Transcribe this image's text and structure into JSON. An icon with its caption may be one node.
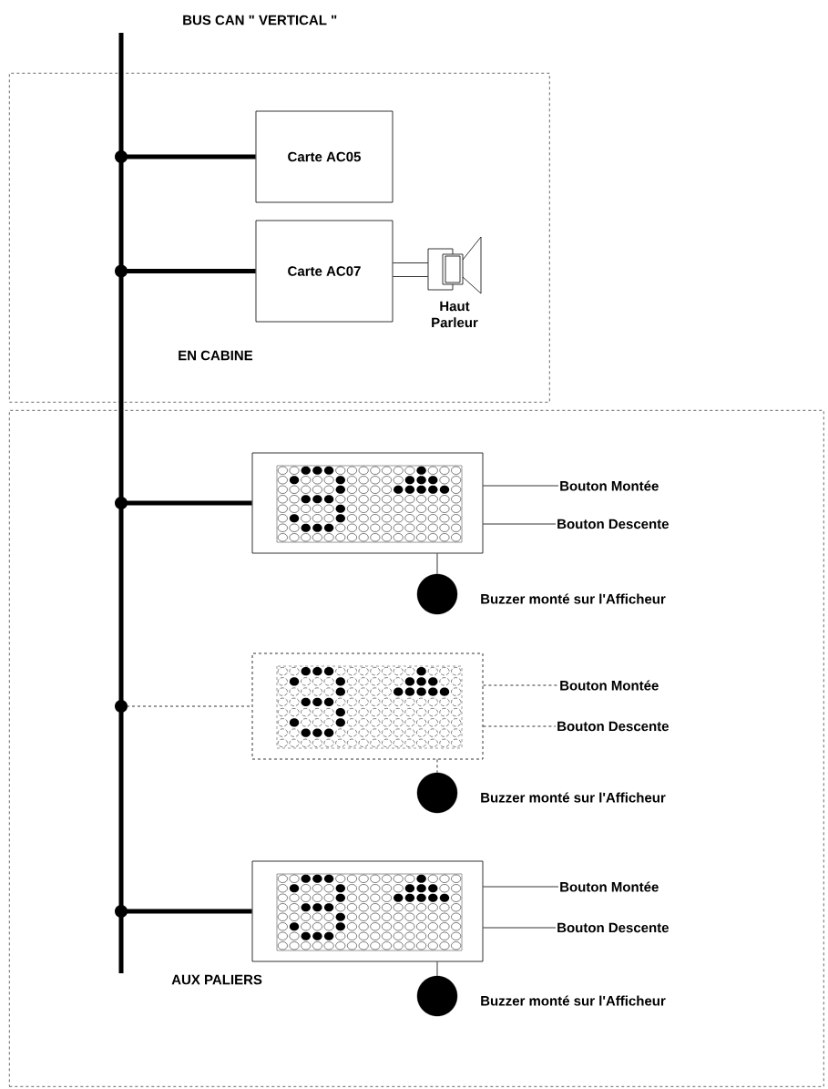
{
  "diagram": {
    "nodes": [
      {
        "text": [],
        "shape": "bar"
      },
      {
        "text": [
          "EN CABINE"
        ]
      },
      {
        "text": [
          "Carte AC05"
        ],
        "in": 1
      },
      {
        "text": [
          "Carte AC07"
        ],
        "in": 1
      },
      {
        "text": [],
        "shape": "speaker",
        "in": 1,
        "beside": [
          "Haut Parleur"
        ]
      },
      {
        "text": [
          "AUX PALIERS"
        ]
      },
      {
        "text": [],
        "shape": "display",
        "in": 5
      },
      {
        "text": [
          "Bouton Montée"
        ],
        "in": 5
      },
      {
        "text": [
          "Bouton Descente"
        ],
        "in": 5
      },
      {
        "text": [],
        "shape": "circle",
        "in": 5,
        "beside": [
          "Buzzer monté sur l'Afficheur"
        ]
      },
      {
        "text": [],
        "shape": "display",
        "in": 5
      },
      {
        "text": [
          "Bouton Montée"
        ],
        "in": 5
      },
      {
        "text": [
          "Bouton Descente"
        ],
        "in": 5
      },
      {
        "text": [],
        "shape": "circle",
        "in": 5,
        "beside": [
          "Buzzer monté sur l'Afficheur"
        ]
      },
      {
        "text": [],
        "shape": "display",
        "in": 5
      },
      {
        "text": [
          "Bouton Montée"
        ],
        "in": 5
      },
      {
        "text": [
          "Bouton Descente"
        ],
        "in": 5
      },
      {
        "text": [],
        "shape": "circle",
        "in": 5,
        "beside": [
          "Buzzer monté sur l'Afficheur"
        ]
      }
    ],
    "edges": [
      {
        "from": 0,
        "to": 2,
        "arrow": "other",
        "style": "thick"
      },
      {
        "from": 0,
        "to": 3,
        "arrow": "other",
        "style": "thick"
      },
      {
        "from": 3,
        "to": 4,
        "arrow": "none"
      },
      {
        "from": 0,
        "to": 6,
        "arrow": "other",
        "style": "thick"
      },
      {
        "from": 6,
        "to": 7,
        "arrow": "none"
      },
      {
        "from": 6,
        "to": 8,
        "arrow": "none"
      },
      {
        "from": 6,
        "to": 9,
        "arrow": "none"
      },
      {
        "from": 0,
        "to": 10,
        "arrow": "other",
        "style": "dashed"
      },
      {
        "from": 10,
        "to": 11,
        "arrow": "none",
        "style": "dashed"
      },
      {
        "from": 10,
        "to": 12,
        "arrow": "none",
        "style": "dashed"
      },
      {
        "from": 10,
        "to": 13,
        "arrow": "none",
        "style": "dashed"
      },
      {
        "from": 0,
        "to": 14,
        "arrow": "other",
        "style": "thick"
      },
      {
        "from": 14,
        "to": 15,
        "arrow": "none"
      },
      {
        "from": 14,
        "to": 16,
        "arrow": "none"
      },
      {
        "from": 14,
        "to": 17,
        "arrow": "none"
      }
    ],
    "labels": [
      "BUS CAN \" VERTICAL \""
    ]
  }
}
